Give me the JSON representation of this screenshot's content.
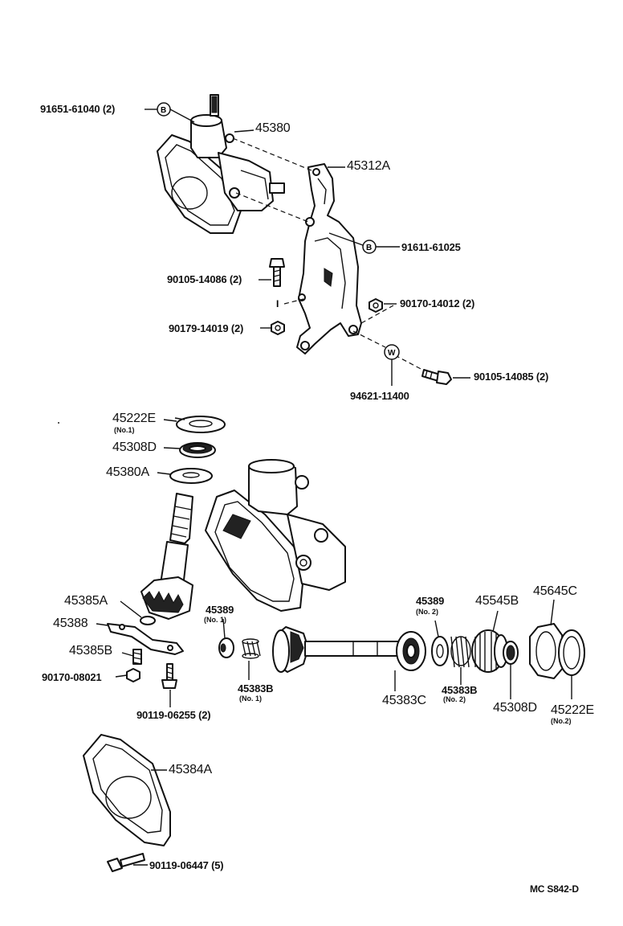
{
  "parts": {
    "p91651": "91651-61040 (2)",
    "p45380": "45380",
    "p45312A": "45312A",
    "p91611": "91611-61025",
    "p90105_14086": "90105-14086 (2)",
    "p90170_14012": "90170-14012 (2)",
    "p90179": "90179-14019 (2)",
    "p90105_14085": "90105-14085 (2)",
    "p94621": "94621-11400",
    "p45222E_1": "45222E",
    "p45222E_1_sub": "(No.1)",
    "p45308D_1": "45308D",
    "p45380A": "45380A",
    "p45385A": "45385A",
    "p45388": "45388",
    "p45385B": "45385B",
    "p90170_08021": "90170-08021",
    "p90119_06255": "90119-06255 (2)",
    "p45389_1": "45389",
    "p45389_1_sub": "(No. 1)",
    "p45383B_1": "45383B",
    "p45383B_1_sub": "(No. 1)",
    "p45389_2": "45389",
    "p45389_2_sub": "(No. 2)",
    "p45545B": "45545B",
    "p45645C": "45645C",
    "p45383C": "45383C",
    "p45383B_2": "45383B",
    "p45383B_2_sub": "(No. 2)",
    "p45308D_2": "45308D",
    "p45222E_2": "45222E",
    "p45222E_2_sub": "(No.2)",
    "p45384A": "45384A",
    "p90119_06447": "90119-06447 (5)"
  },
  "markers": {
    "b1": "B",
    "b2": "B",
    "w": "W",
    "i1": "I"
  },
  "footer": {
    "code": "MC  S842-D"
  }
}
